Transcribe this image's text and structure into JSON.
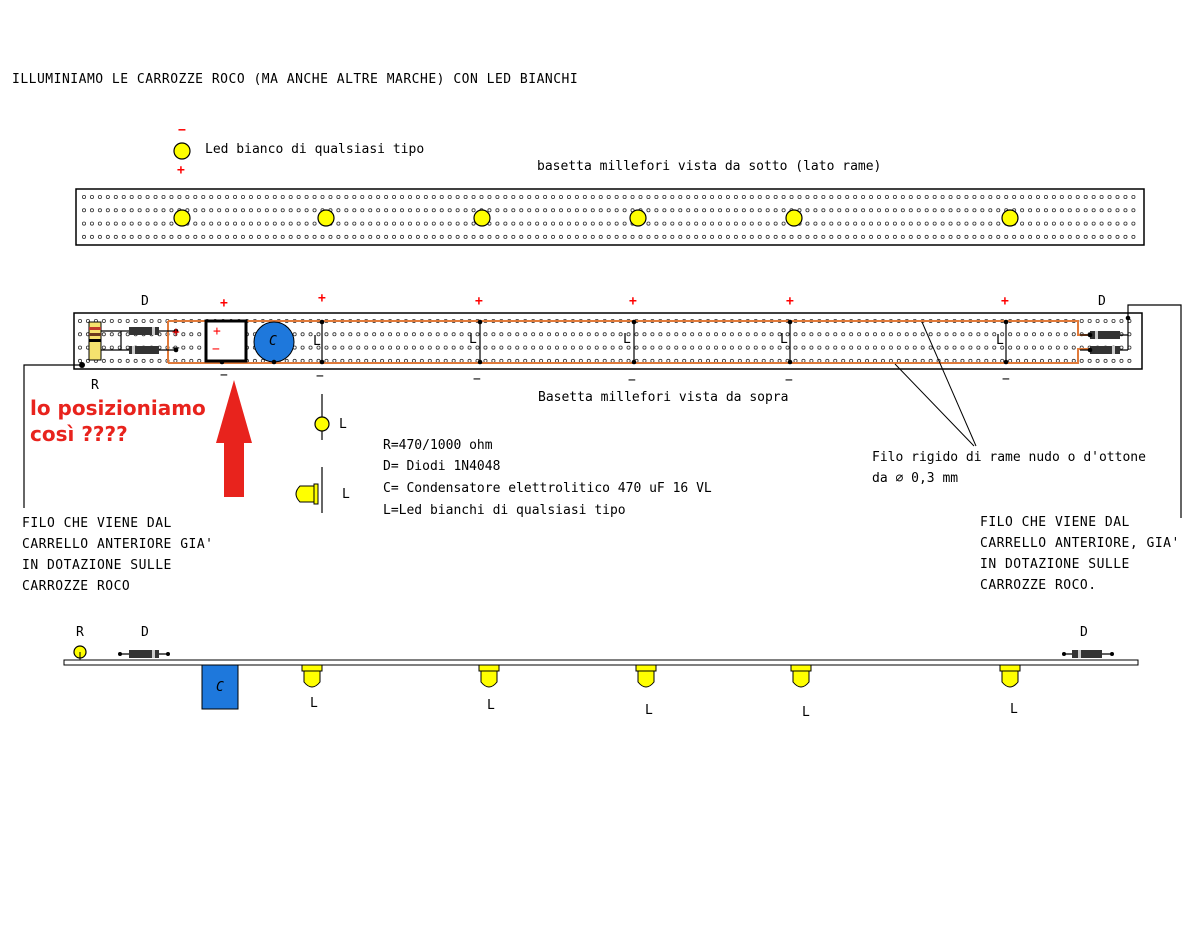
{
  "title": "ILLUMINIAMO LE CARROZZE ROCO  (MA ANCHE ALTRE MARCHE) CON LED BIANCHI",
  "legend_led": {
    "minus": "−",
    "plus": "+",
    "text": "Led bianco di qualsiasi tipo"
  },
  "bottom_board_label": "basetta millefori vista da sotto (lato rame)",
  "top_board_label": "Basetta millefori vista da sopra",
  "labels": {
    "D": "D",
    "R": "R",
    "L": "L",
    "C": "C",
    "plus": "+",
    "minus": "−"
  },
  "question": {
    "line1": "lo posizioniamo",
    "line2": "così ????"
  },
  "components_legend": {
    "r": "R=470/1000 ohm",
    "d": "D= Diodi 1N4048",
    "c": "C= Condensatore elettrolitico 470 uF 16 VL",
    "l": "L=Led bianchi di qualsiasi tipo"
  },
  "wire_note": {
    "line1": "Filo rigido di rame nudo o d'ottone",
    "line2": "da ∅ 0,3 mm"
  },
  "left_wire_note": "FILO CHE VIENE DAL\nCARRELLO ANTERIORE GIA'\nIN DOTAZIONE SULLE\nCARROZZE ROCO",
  "right_wire_note": "FILO CHE VIENE DAL\nCARRELLO ANTERIORE, GIA'\nIN DOTAZIONE SULLE\nCARROZZE ROCO.",
  "colors": {
    "led_yellow": "#ffff00",
    "capacitor_blue": "#1e78dc",
    "arrow_red": "#e8231d",
    "trace_orange": "#e07a3a"
  }
}
